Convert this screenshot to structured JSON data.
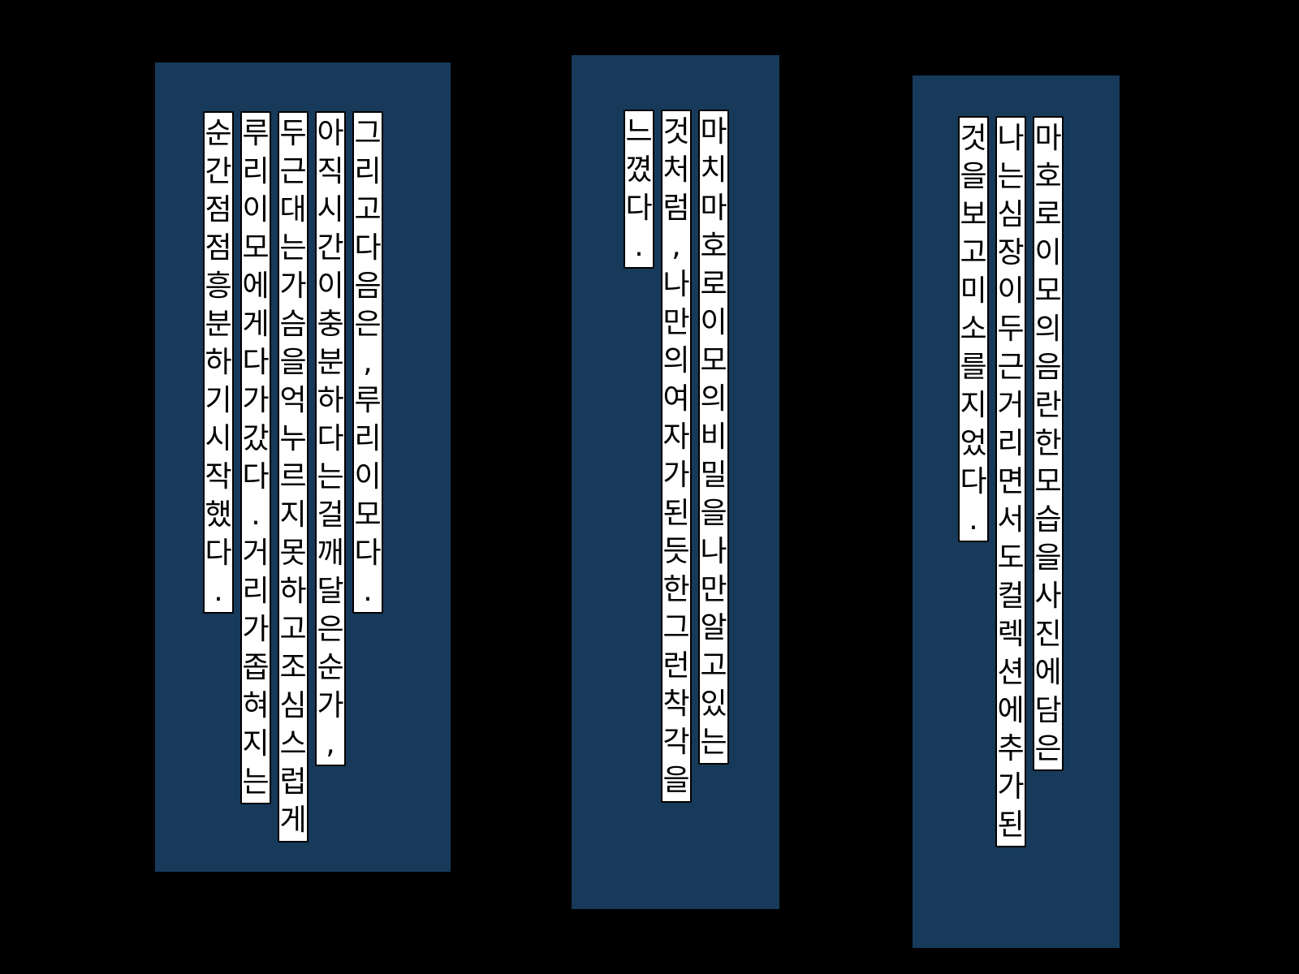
{
  "colors": {
    "background": "#000000",
    "panel": "#173a5a",
    "text_box": "#ffffff",
    "text": "#000000"
  },
  "panels": [
    {
      "columns": [
        "그\n리\n고\n다\n음\n은\n,\n루\n리\n이\n모\n다\n.",
        "아\n직\n시\n간\n이\n충\n분\n하\n다\n는\n걸\n깨\n달\n은\n순\n가\n,",
        "두\n근\n대\n는\n가\n슴\n을\n억\n누\n르\n지\n못\n하\n고\n조\n심\n스\n럽\n게",
        "루\n리\n이\n모\n에\n게\n다\n가\n갔\n다\n.\n거\n리\n가\n좁\n혀\n지\n는",
        "순\n간\n점\n점\n흥\n분\n하\n기\n시\n작\n했\n다\n."
      ]
    },
    {
      "columns": [
        "마\n치\n마\n호\n로\n이\n모\n의\n비\n밀\n을\n나\n만\n알\n고\n있\n는",
        "것\n처\n럼\n,\n나\n만\n의\n여\n자\n가\n된\n듯\n한\n그\n런\n착\n각\n을",
        "느\n꼈\n다\n."
      ]
    },
    {
      "columns": [
        "마\n호\n로\n이\n모\n의\n음\n란\n한\n모\n습\n을\n사\n진\n에\n담\n은",
        "나\n는\n심\n장\n이\n두\n근\n거\n리\n면\n서\n도\n컬\n렉\n션\n에\n추\n가\n된",
        "것\n을\n보\n고\n미\n소\n를\n지\n었\n다\n."
      ]
    }
  ]
}
